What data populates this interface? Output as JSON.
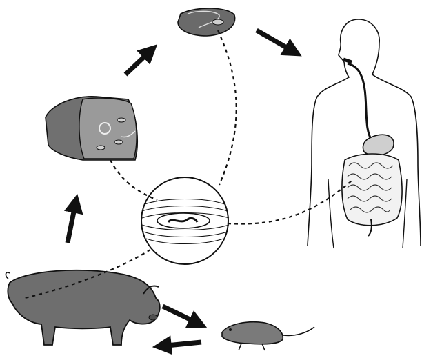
{
  "diagram": {
    "nodes": [
      {
        "id": "pig",
        "icon": "pig-icon"
      },
      {
        "id": "pork-cut",
        "icon": "pork-cut-icon"
      },
      {
        "id": "meat-slice",
        "icon": "meat-slice-icon"
      },
      {
        "id": "human",
        "icon": "human-body-icon"
      },
      {
        "id": "muscle-cyst",
        "icon": "encysted-larva-icon"
      },
      {
        "id": "rat",
        "icon": "rat-icon"
      }
    ],
    "edges": [
      {
        "from": "pig",
        "to": "pork-cut",
        "style": "solid-arrow"
      },
      {
        "from": "pork-cut",
        "to": "meat-slice",
        "style": "solid-arrow"
      },
      {
        "from": "meat-slice",
        "to": "human",
        "style": "solid-arrow"
      },
      {
        "from": "pig",
        "to": "rat",
        "style": "solid-arrow"
      },
      {
        "from": "rat",
        "to": "pig",
        "style": "solid-arrow"
      },
      {
        "from": "pork-cut",
        "to": "muscle-cyst",
        "style": "dashed"
      },
      {
        "from": "meat-slice",
        "to": "muscle-cyst",
        "style": "dashed"
      },
      {
        "from": "muscle-cyst",
        "to": "human",
        "style": "dashed"
      },
      {
        "from": "muscle-cyst",
        "to": "pig",
        "style": "dashed"
      }
    ],
    "colors": {
      "outline": "#111111",
      "fill_dark": "#5a5a5a",
      "fill_mid": "#8a8a8a",
      "fill_light": "#bdbdbd",
      "paper": "#ffffff"
    }
  }
}
